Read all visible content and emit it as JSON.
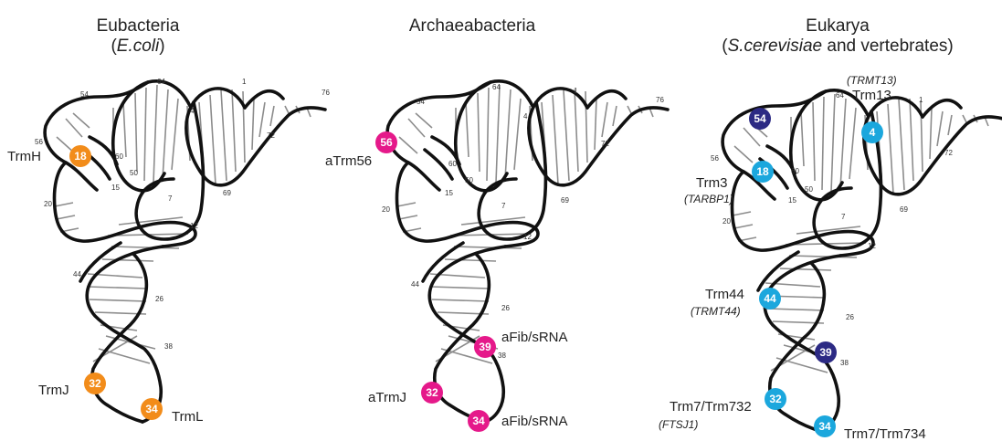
{
  "colors": {
    "eubacteria": "#F28C1A",
    "archaea": "#E5198A",
    "eukarya_light": "#1BA7DD",
    "eukarya_dark": "#2C2A84"
  },
  "panels": [
    {
      "title": "Eubacteria",
      "subtitle_italic": "E.coli",
      "residues": [
        "1",
        "4",
        "7",
        "12",
        "15",
        "20",
        "26",
        "38",
        "44",
        "50",
        "54",
        "56",
        "60",
        "64",
        "69",
        "72",
        "76"
      ],
      "marks": [
        {
          "label": "18",
          "enzyme": "TrmH",
          "color": "eubacteria"
        },
        {
          "label": "32",
          "enzyme": "TrmJ",
          "color": "eubacteria"
        },
        {
          "label": "34",
          "enzyme": "TrmL",
          "color": "eubacteria"
        }
      ]
    },
    {
      "title": "Archaeabacteria",
      "residues": [
        "1",
        "4",
        "7",
        "12",
        "15",
        "20",
        "26",
        "38",
        "44",
        "50",
        "54",
        "60",
        "64",
        "69",
        "72",
        "76"
      ],
      "marks": [
        {
          "label": "56",
          "enzyme": "aTrm56",
          "color": "archaea"
        },
        {
          "label": "39",
          "enzyme": "aFib/sRNA",
          "color": "archaea"
        },
        {
          "label": "32",
          "enzyme": "aTrmJ",
          "color": "archaea"
        },
        {
          "label": "34",
          "enzyme": "aFib/sRNA",
          "color": "archaea"
        }
      ]
    },
    {
      "title": "Eukarya",
      "subtitle_italic": "S.cerevisiae",
      "subtitle_rest": " and vertebrates)",
      "residues": [
        "1",
        "7",
        "12",
        "15",
        "20",
        "26",
        "38",
        "50",
        "56",
        "60",
        "64",
        "69",
        "72"
      ],
      "marks": [
        {
          "label": "54",
          "color": "eukarya_dark"
        },
        {
          "label": "4",
          "enzyme": "Trm13",
          "gene": "(TRMT13)",
          "color": "eukarya_light"
        },
        {
          "label": "18",
          "enzyme": "Trm3",
          "gene": "(TARBP1)",
          "color": "eukarya_light"
        },
        {
          "label": "44",
          "enzyme": "Trm44",
          "gene": "(TRMT44)",
          "color": "eukarya_light"
        },
        {
          "label": "39",
          "color": "eukarya_dark"
        },
        {
          "label": "32",
          "enzyme": "Trm7/Trm732",
          "gene": "(FTSJ1)",
          "color": "eukarya_light"
        },
        {
          "label": "34",
          "enzyme": "Trm7/Trm734",
          "color": "eukarya_light"
        }
      ]
    }
  ]
}
